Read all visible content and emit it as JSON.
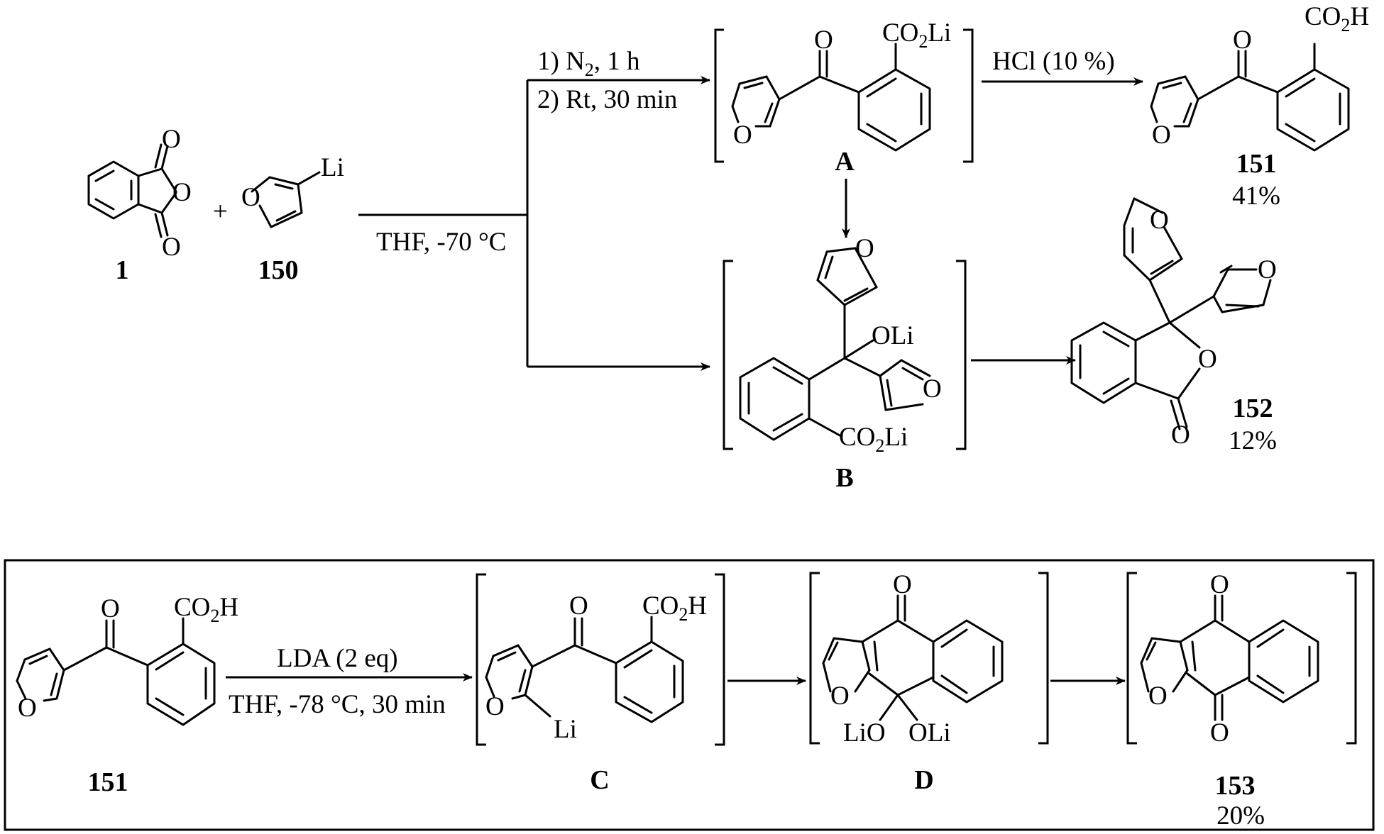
{
  "reactants": {
    "phthalic_anhydride": {
      "label": "1"
    },
    "furyllithium": {
      "label": "150"
    },
    "plus": "+"
  },
  "conditions": {
    "main": "THF, -70 °C",
    "upper_step1_prefix": "1) N",
    "upper_step1_sub": "2",
    "upper_step1_suffix": ", 1 h",
    "upper_step2": "2) Rt, 30 min",
    "acid": "HCl (10 %)",
    "lda": "LDA (2 eq)",
    "lda_conditions": "THF, -78 °C, 30 min"
  },
  "intermediates": {
    "A": "A",
    "B": "B",
    "C": "C",
    "D": "D"
  },
  "products": {
    "p151": {
      "label": "151",
      "yield": "41%"
    },
    "p152": {
      "label": "152",
      "yield": "12%"
    },
    "p153": {
      "label": "153",
      "yield": "20%"
    },
    "p151_start": {
      "label": "151"
    }
  },
  "atoms": {
    "O": "O",
    "Li": "Li",
    "CO2Li_prefix": "CO",
    "CO2Li_sub": "2",
    "CO2Li_suffix": "Li",
    "CO2H_suffix": "H",
    "OLi": "OLi",
    "LiO": "LiO"
  }
}
